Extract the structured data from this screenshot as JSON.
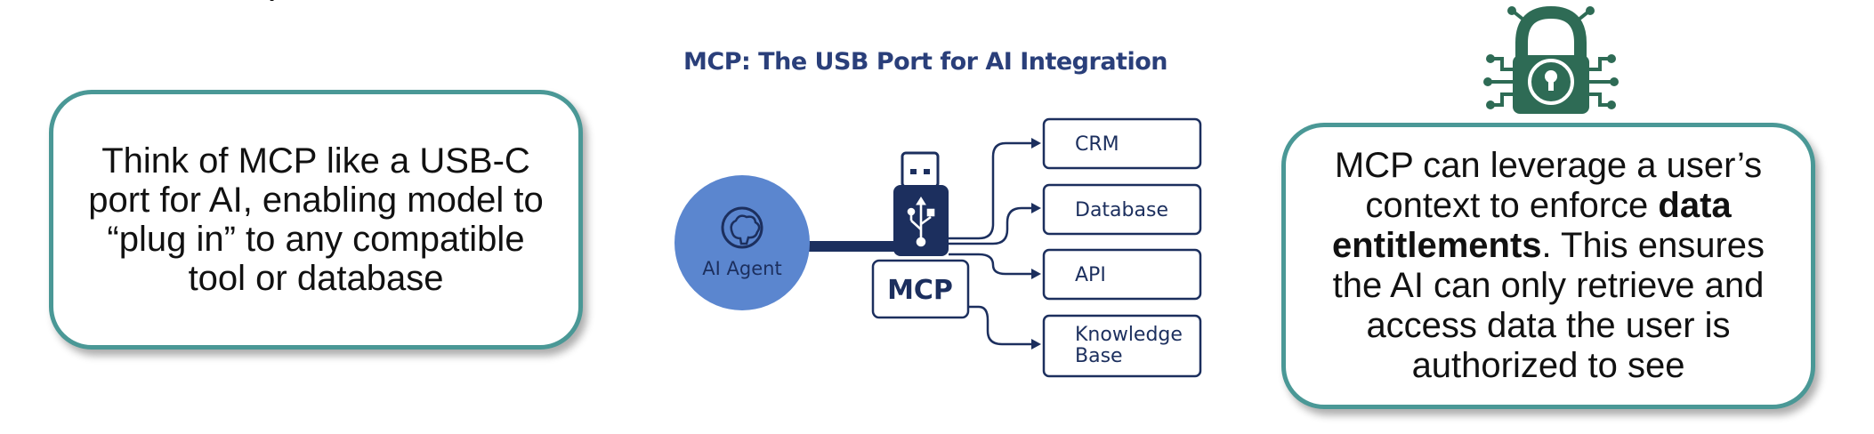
{
  "left_card": {
    "text": "Think of MCP like a USB-C port for AI, enabling model to “plug in” to any compatible tool or database"
  },
  "diagram": {
    "title": "MCP: The USB Port for AI Integration",
    "agent_label": "AI Agent",
    "hub_label": "MCP",
    "targets": [
      "CRM",
      "Database",
      "API",
      "Knowledge Base"
    ]
  },
  "right_card": {
    "text_before": "MCP can leverage a user’s context to enforce ",
    "text_bold": "data entitlements",
    "text_after": ". This ensures the AI can only retrieve and access data the user is authorized to see"
  },
  "icons": {
    "agent": "brain-icon",
    "usb": "usb-icon",
    "security": "circuit-lock-icon"
  },
  "colors": {
    "card_border": "#4a9896",
    "agent_circle": "#5b86cf",
    "navy": "#1c2f5e",
    "lock_green": "#2e6b55"
  }
}
